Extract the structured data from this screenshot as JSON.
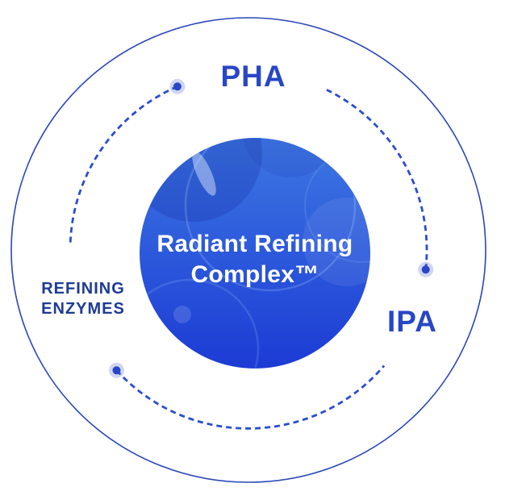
{
  "diagram": {
    "center": {
      "title_line1": "Radiant Refining",
      "title_line2": "Complex™"
    },
    "labels": {
      "top": "PHA",
      "right": "IPA",
      "left_line1": "REFINING",
      "left_line2": "ENZYMES"
    },
    "icons": {
      "dots": [
        "arc-endpoint-dot-top-left",
        "arc-endpoint-dot-right",
        "arc-endpoint-dot-bottom-left"
      ]
    },
    "colors": {
      "label_blue": "#2847C5",
      "refining_label_blue": "#1E3A96",
      "outer_ring": "#2946B8",
      "dash": "#2B4CD0",
      "dot": "#2945C8",
      "core_top": "#3D77E2",
      "core_bottom": "#1C3BD4",
      "title_text": "#FFFFFF"
    }
  }
}
